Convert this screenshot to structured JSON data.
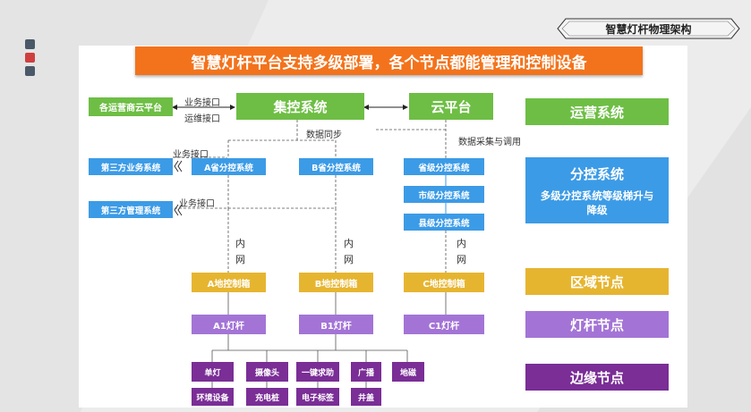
{
  "header": {
    "tag": "智慧灯杆物理架构"
  },
  "banner": {
    "text": "智慧灯杆平台支持多级部署，各个节点都能管理和控制设备"
  },
  "nodes": {
    "operator_cloud": "各运营商云平台",
    "central_control": "集控系统",
    "cloud_platform": "云平台",
    "third_business": "第三方业务系统",
    "third_management": "第三方管理系统",
    "a_province": "A省分控系统",
    "b_province": "B省分控系统",
    "province_level": "省级分控系统",
    "city_level": "市级分控系统",
    "county_level": "县级分控系统",
    "a_box": "A地控制箱",
    "b_box": "B地控制箱",
    "c_box": "C地控制箱",
    "a1_pole": "A1灯杆",
    "b1_pole": "B1灯杆",
    "c1_pole": "C1灯杆"
  },
  "labels": {
    "business_interface_1": "业务接口",
    "maintenance_interface": "运维接口",
    "data_sync": "数据同步",
    "data_collect": "数据采集与调用",
    "business_interface_2": "业务接口",
    "business_interface_3": "业务接口",
    "intranet_char1": "内",
    "intranet_char2": "网"
  },
  "devices_row1": [
    "单灯",
    "摄像头",
    "一键求助",
    "广播",
    "地磁"
  ],
  "devices_row2": [
    "环境设备",
    "充电桩",
    "电子标签",
    "井盖"
  ],
  "legend": {
    "operation": "运营系统",
    "sub_control": "分控系统",
    "sub_control_desc": "多级分控系统等级梯升与降级",
    "region": "区域节点",
    "pole": "灯杆节点",
    "edge": "边缘节点"
  },
  "colors": {
    "orange": "#f3731c",
    "green": "#6ebe45",
    "blue": "#3c9be6",
    "gold": "#e6b530",
    "lilac": "#a374d6",
    "purple": "#7a2e96"
  }
}
